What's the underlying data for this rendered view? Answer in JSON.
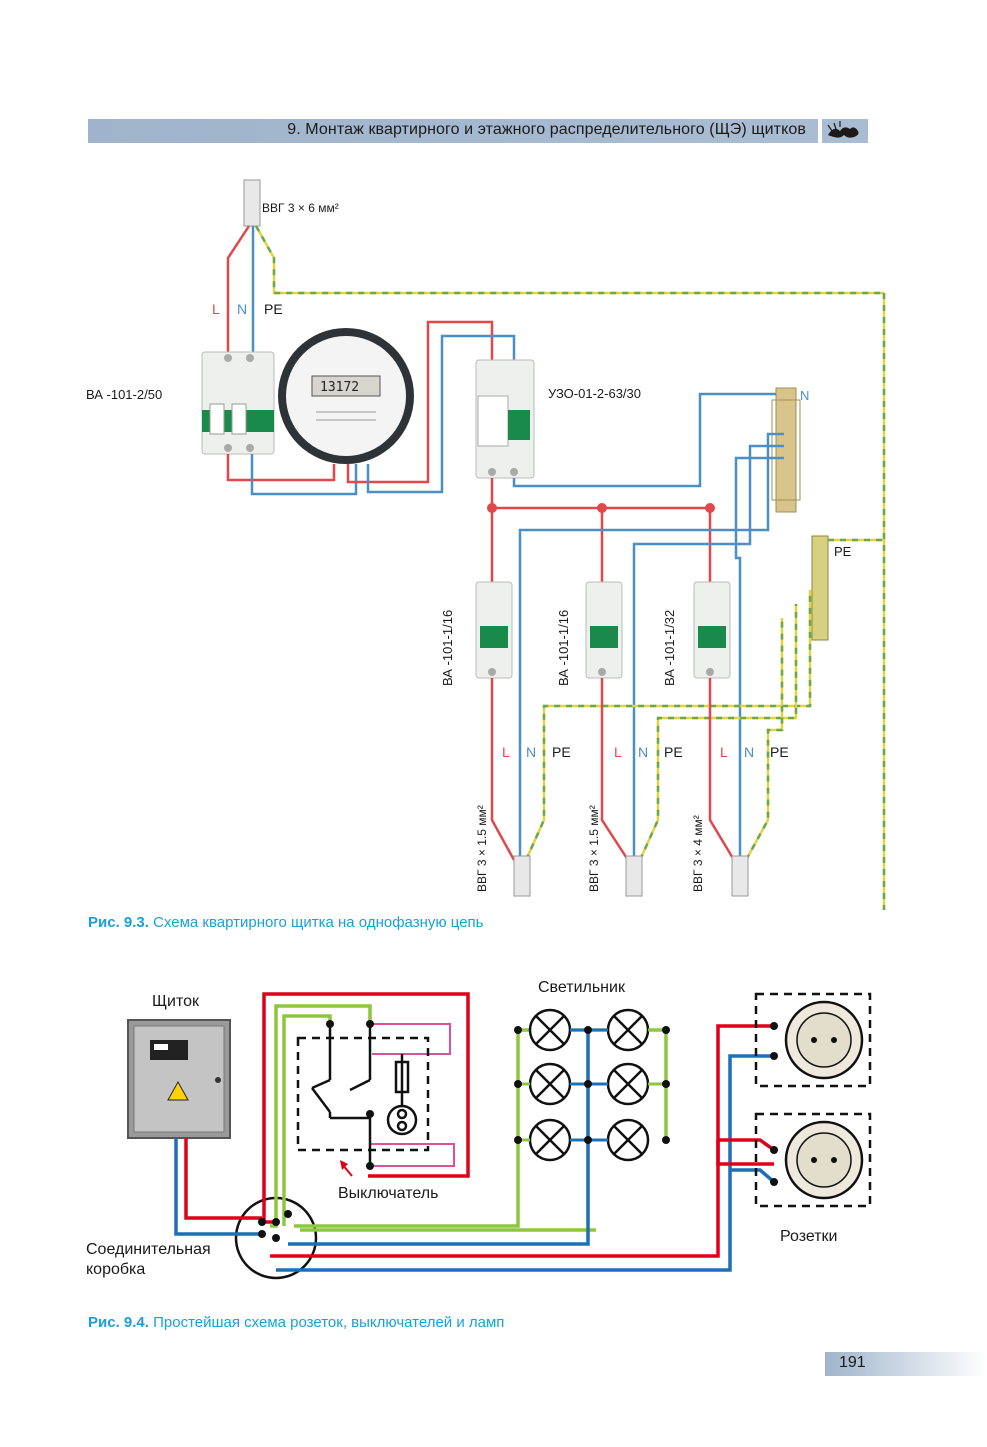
{
  "header": {
    "title": "9. Монтаж квартирного и этажного распределительного (ЩЭ) щитков",
    "logo_icon": "dragon-logo-icon"
  },
  "figure1": {
    "cable_top": "ВВГ 3 × 6 мм²",
    "lbl_L": "L",
    "lbl_N": "N",
    "lbl_PE": "PE",
    "breaker_main": "ВА -101-2/50",
    "meter_reading": "13172",
    "rcd": "УЗО-01-2-63/30",
    "bus_N": "N",
    "bus_PE": "PE",
    "breakers": [
      "ВА -101-1/16",
      "ВА -101-1/16",
      "ВА -101-1/32"
    ],
    "cables_out": [
      "ВВГ 3 × 1.5 мм²",
      "ВВГ 3 × 1.5 мм²",
      "ВВГ 3 × 4 мм²"
    ],
    "colors": {
      "L": "#e2474b",
      "N": "#4b8fc4",
      "PE_yellow": "#e6d23a",
      "PE_green": "#6aa84f"
    }
  },
  "caption1": {
    "number": "Рис. 9.3.",
    "text": " Схема квартирного щитка на однофазную цепь"
  },
  "figure2": {
    "panel": "Щиток",
    "lamp_group": "Светильник",
    "switch": "Выключатель",
    "junction_box_line1": "Соединительная",
    "junction_box_line2": "коробка",
    "sockets": "Розетки",
    "colors": {
      "phase": "#e1001a",
      "neutral": "#1d6fb8",
      "ground": "#8dc63f",
      "switched": "#e0509a"
    }
  },
  "caption2": {
    "number": "Рис. 9.4.",
    "text": " Простейшая схема розеток, выключателей и ламп"
  },
  "page_number": "191"
}
